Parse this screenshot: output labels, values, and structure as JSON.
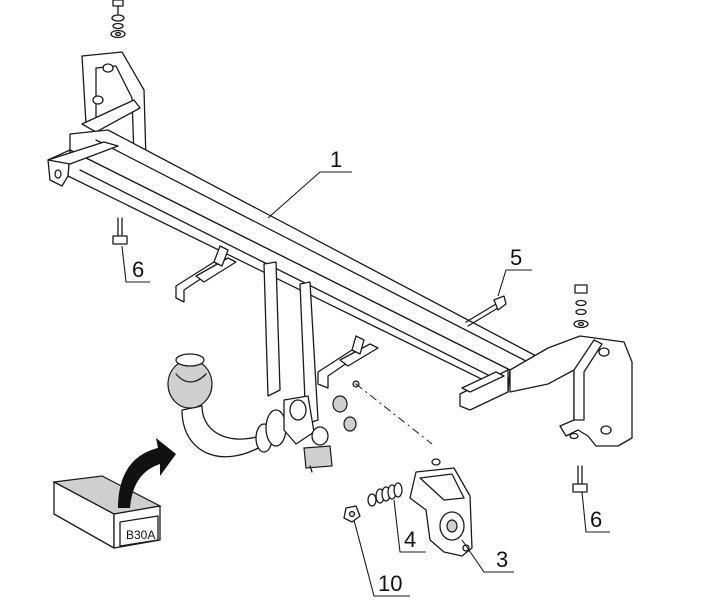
{
  "callouts": {
    "part_1": "1",
    "part_3": "3",
    "part_4": "4",
    "part_5": "5",
    "part_6_left": "6",
    "part_6_right": "6",
    "part_10": "10"
  },
  "package_label": "B30A",
  "colors": {
    "line": "#1a1a1a",
    "arrow": "#111111",
    "shade": "#9a9a9a",
    "background": "#ffffff"
  }
}
